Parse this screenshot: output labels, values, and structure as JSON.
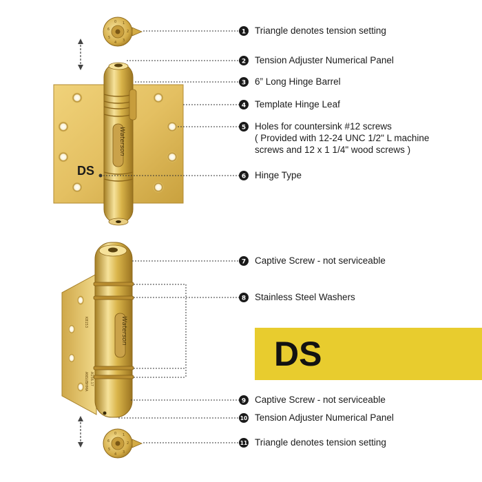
{
  "callouts": [
    {
      "num": "1",
      "text": "Triangle denotes tension setting"
    },
    {
      "num": "2",
      "text": "Tension Adjuster Numerical Panel"
    },
    {
      "num": "3",
      "text": "6” Long Hinge Barrel"
    },
    {
      "num": "4",
      "text": "Template Hinge Leaf"
    },
    {
      "num": "5",
      "lines": [
        "Holes for countersink #12 screws",
        "( Provided with 12-24 UNC 1/2\" L machine",
        "screws and 12 x 1 1/4\" wood screws )"
      ]
    },
    {
      "num": "6",
      "text": "Hinge Type"
    },
    {
      "num": "7",
      "text": "Captive Screw - not serviceable"
    },
    {
      "num": "8",
      "text": "Stainless Steel Washers"
    },
    {
      "num": "9",
      "text": "Captive Screw - not serviceable"
    },
    {
      "num": "10",
      "text": "Tension Adjuster Numerical Panel"
    },
    {
      "num": "11",
      "text": "Triangle denotes tension setting"
    }
  ],
  "hinge_label": "DS",
  "banner": {
    "text": "DS"
  },
  "brand": "Waterson",
  "colors": {
    "brass": "#d9b44a",
    "brass_light": "#f3dc8e",
    "brass_dark": "#a57f24",
    "banner": "#e8cc2e",
    "text": "#1a1a1a"
  }
}
